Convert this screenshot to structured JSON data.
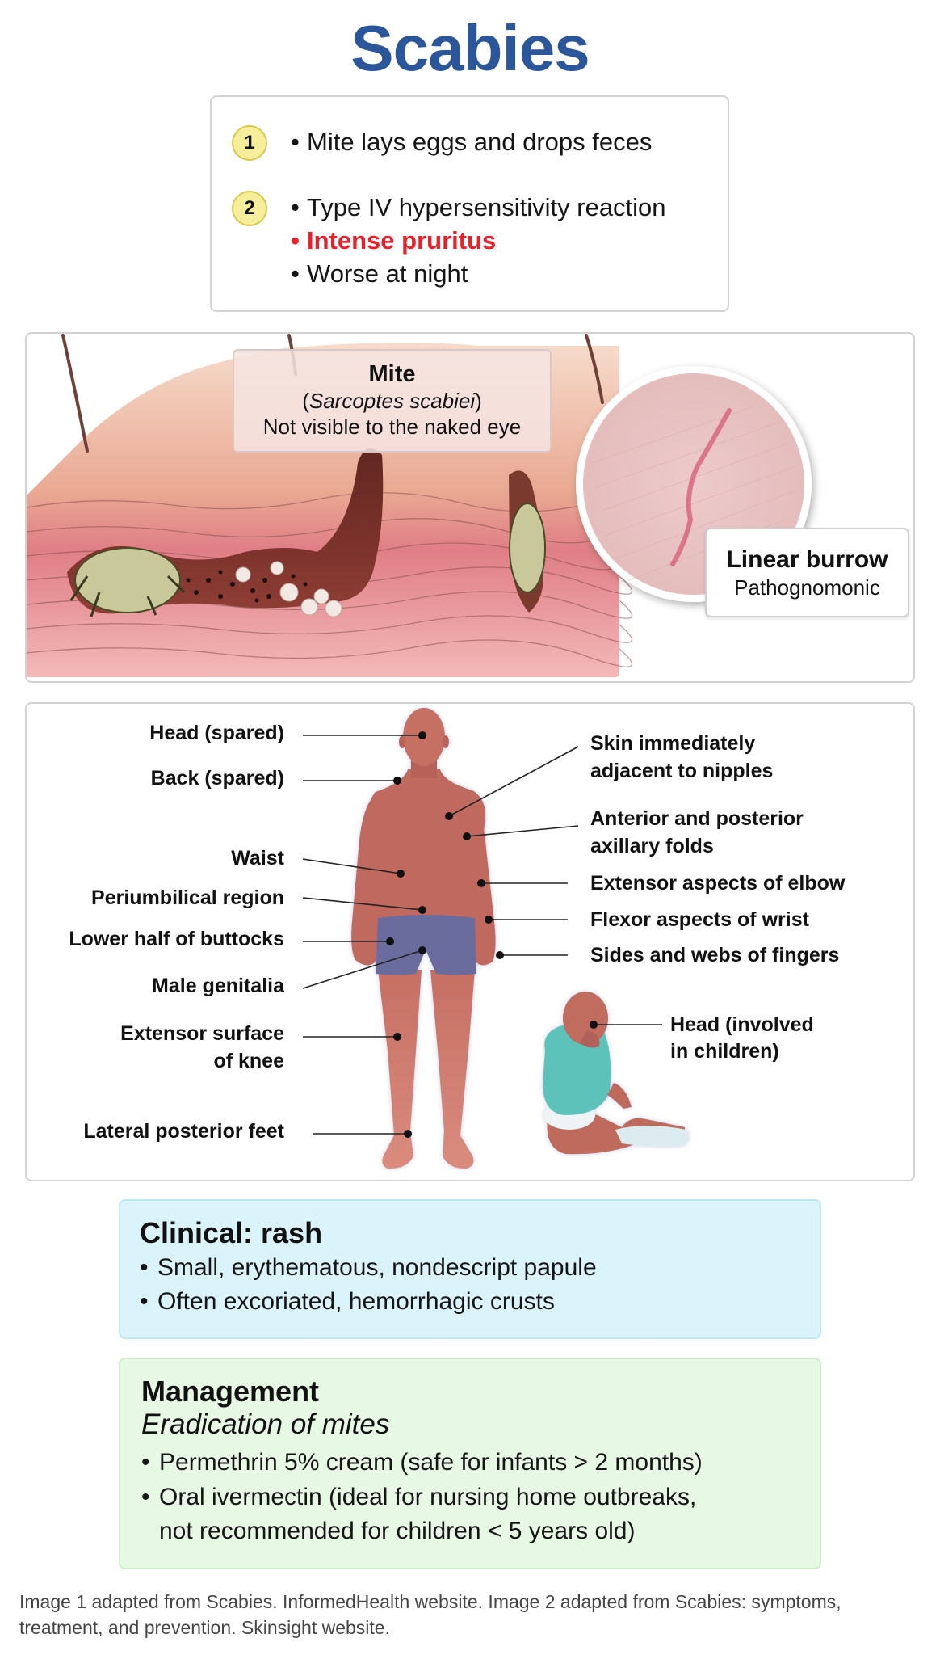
{
  "title": "Scabies",
  "pathophysiology": {
    "steps": [
      {
        "number": "1",
        "bullets": [
          {
            "text": "Mite lays eggs and drops feces",
            "highlight": false
          }
        ]
      },
      {
        "number": "2",
        "bullets": [
          {
            "text": "Type IV hypersensitivity reaction",
            "highlight": false
          },
          {
            "text": "Intense pruritus",
            "highlight": true
          },
          {
            "text": "Worse at night",
            "highlight": false
          }
        ]
      }
    ],
    "bullet_glyph": "•"
  },
  "illustration": {
    "mite_label": {
      "title": "Mite",
      "species_open": "(",
      "species": "Sarcoptes scabiei",
      "species_close": ")",
      "note": "Not visible to the naked eye"
    },
    "burrow_label": {
      "title": "Linear burrow",
      "subtitle": "Pathognomonic"
    }
  },
  "body_diagram": {
    "left_labels": [
      {
        "text": "Head (spared)"
      },
      {
        "text": "Back (spared)"
      },
      {
        "text": "Waist"
      },
      {
        "text": "Periumbilical region"
      },
      {
        "text": "Lower half of buttocks"
      },
      {
        "text": "Male genitalia"
      },
      {
        "text_line1": "Extensor surface",
        "text_line2": "of knee"
      },
      {
        "text": "Lateral posterior feet"
      }
    ],
    "right_labels": [
      {
        "text_line1": "Skin immediately",
        "text_line2": "adjacent to nipples"
      },
      {
        "text_line1": "Anterior and posterior",
        "text_line2": "axillary folds"
      },
      {
        "text": "Extensor aspects of elbow"
      },
      {
        "text": "Flexor aspects of wrist"
      },
      {
        "text": "Sides and webs of fingers"
      }
    ],
    "child_label": {
      "text_line1": "Head (involved",
      "text_line2": "in children)"
    },
    "colors": {
      "skin": "#C0695F",
      "shorts": "#6A6C9E",
      "child_shirt": "#5CC2BA"
    }
  },
  "clinical": {
    "heading": "Clinical: rash",
    "bullets": [
      "Small, erythematous, nondescript papule",
      "Often excoriated, hemorrhagic crusts"
    ]
  },
  "management": {
    "heading": "Management",
    "subheading": "Eradication of mites",
    "bullets": [
      {
        "line1": "Permethrin 5% cream (safe for infants > 2 months)"
      },
      {
        "line1": "Oral ivermectin (ideal for nursing home outbreaks,",
        "line2": "not recommended for children < 5 years old)"
      }
    ]
  },
  "footnote": {
    "line1": "Image 1 adapted from Scabies. InformedHealth website. Image 2 adapted from Scabies: symptoms,",
    "line2": "treatment, and prevention. Skinsight website."
  },
  "colors": {
    "title": "#2B579A",
    "highlight_red": "#E8202A",
    "step_circle_fill": "#F6EE9B",
    "step_circle_border": "#D9C84C",
    "clinical_bg": "#DBF3FB",
    "management_bg": "#E7F8E4"
  }
}
